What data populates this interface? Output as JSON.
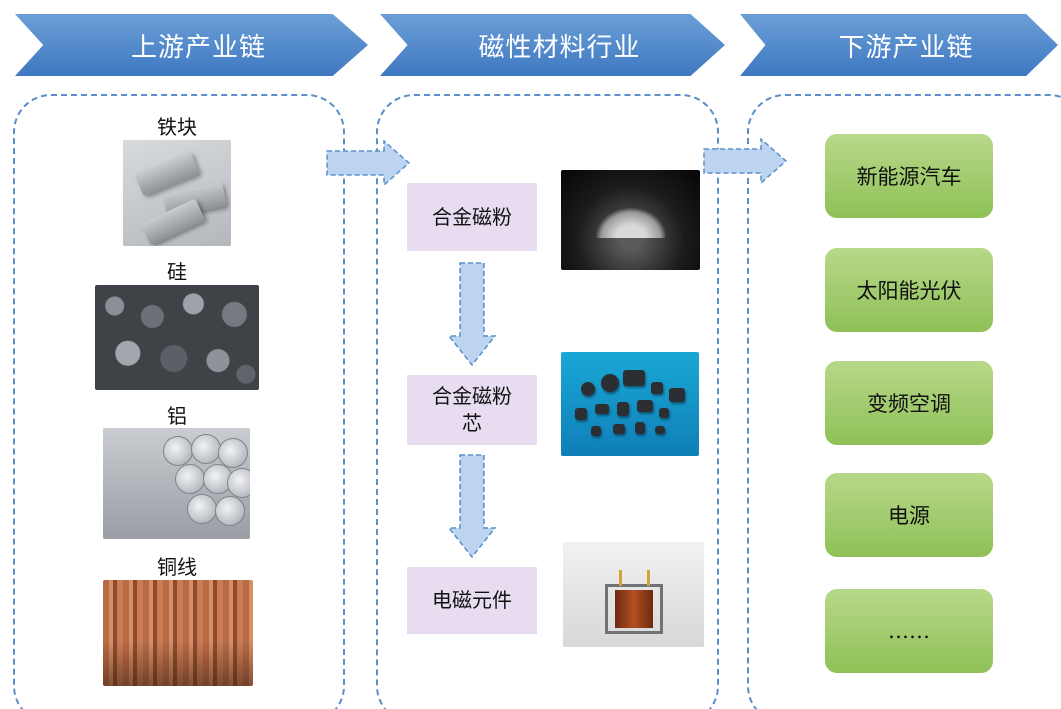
{
  "header": {
    "upstream": "上游产业链",
    "industry": "磁性材料行业",
    "downstream": "下游产业链"
  },
  "upstream": {
    "items": [
      {
        "label": "铁块"
      },
      {
        "label": "硅"
      },
      {
        "label": "铝"
      },
      {
        "label": "铜线"
      }
    ]
  },
  "industry": {
    "steps": [
      {
        "label": "合金磁粉"
      },
      {
        "label": "合金磁粉\n芯"
      },
      {
        "label": "电磁元件"
      }
    ]
  },
  "downstream": {
    "items": [
      {
        "label": "新能源汽车"
      },
      {
        "label": "太阳能光伏"
      },
      {
        "label": "变频空调"
      },
      {
        "label": "电源"
      },
      {
        "label": "……"
      }
    ]
  },
  "colors": {
    "header_blue": "#3f78c2",
    "panel_border": "#5b8fc9",
    "arrow_fill": "#bcd4ef",
    "step_box": "#e8dcf0",
    "app_green": "#8fc157"
  }
}
